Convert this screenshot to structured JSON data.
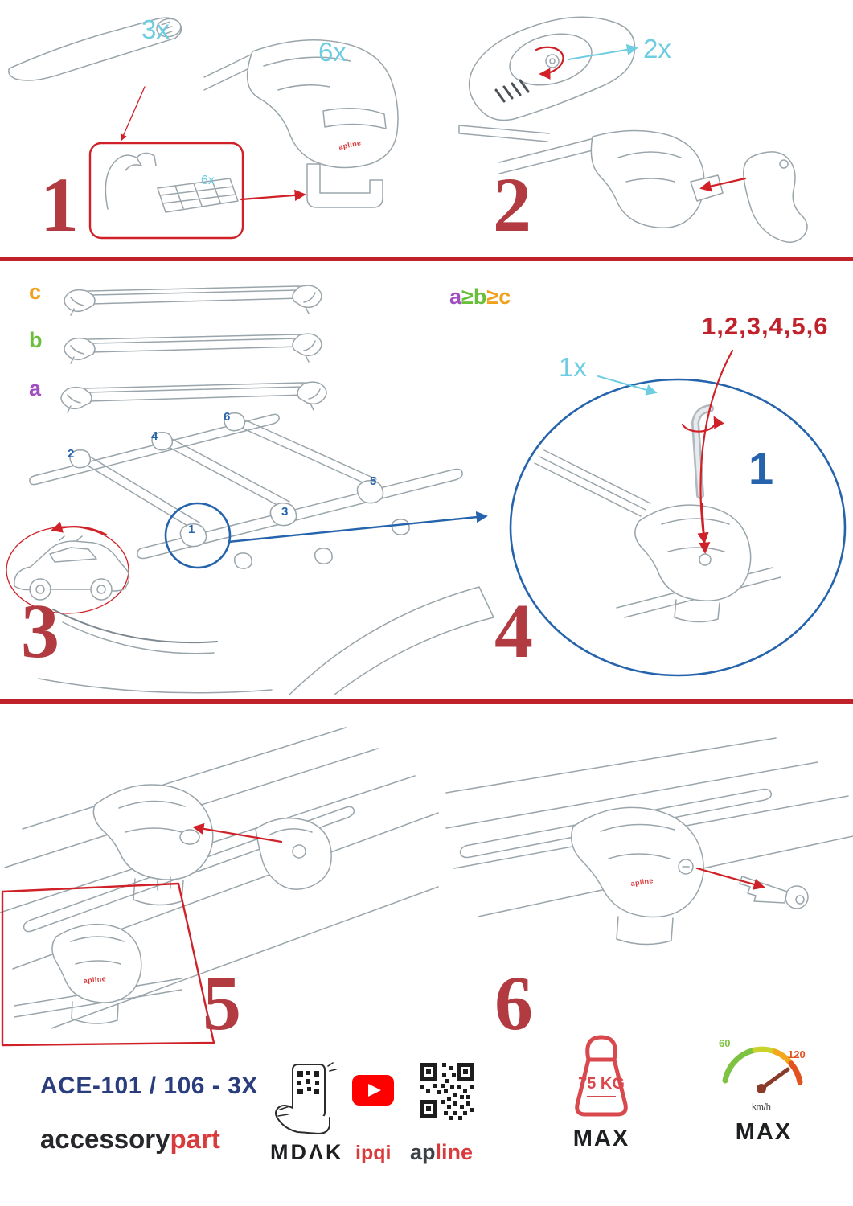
{
  "colors": {
    "cyan": "#6fcde2",
    "step-red": "#b23b41",
    "divider-red": "#c0222b",
    "arrow-red": "#cf2127",
    "blue": "#2563ad",
    "purple": "#a04ec2",
    "green": "#6abf3a",
    "orange": "#f0a11b",
    "navy": "#2a3d7c",
    "brand-red": "#d93a3c",
    "weight-red": "#d9484c",
    "line-gray": "#9aa5ab",
    "youtube-red": "#ff0000"
  },
  "step1": {
    "number": "1",
    "bar_qty": "3x",
    "foot_qty": "6x",
    "pad_qty": "6x"
  },
  "step2": {
    "number": "2",
    "clamp_qty": "2x"
  },
  "step3": {
    "number": "3",
    "bar_labels": {
      "a": "a",
      "b": "b",
      "c": "c"
    },
    "positions": {
      "p1": "1",
      "p2": "2",
      "p3": "3",
      "p4": "4",
      "p5": "5",
      "p6": "6"
    }
  },
  "step4": {
    "number": "4",
    "order_rule": {
      "a": "a",
      "ge1": "≥",
      "b": "b",
      "ge2": "≥",
      "c": "c"
    },
    "tighten_sequence": "1,2,3,4,5,6",
    "tool_qty": "1x",
    "first_position": "1"
  },
  "step5": {
    "number": "5"
  },
  "step6": {
    "number": "6"
  },
  "branding": {
    "on_part": "apline"
  },
  "footer": {
    "model": "ACE-101 / 106 - 3X",
    "brand": {
      "black": "accessory",
      "red": "part"
    },
    "mdak": "MDΛK",
    "ipqi": "ipqi",
    "apline": {
      "black": "ap",
      "red": "line"
    },
    "weight": {
      "value": "75 KG",
      "max": "MAX"
    },
    "speed": {
      "low": "60",
      "high": "120",
      "unit": "km/h",
      "max": "MAX"
    }
  }
}
